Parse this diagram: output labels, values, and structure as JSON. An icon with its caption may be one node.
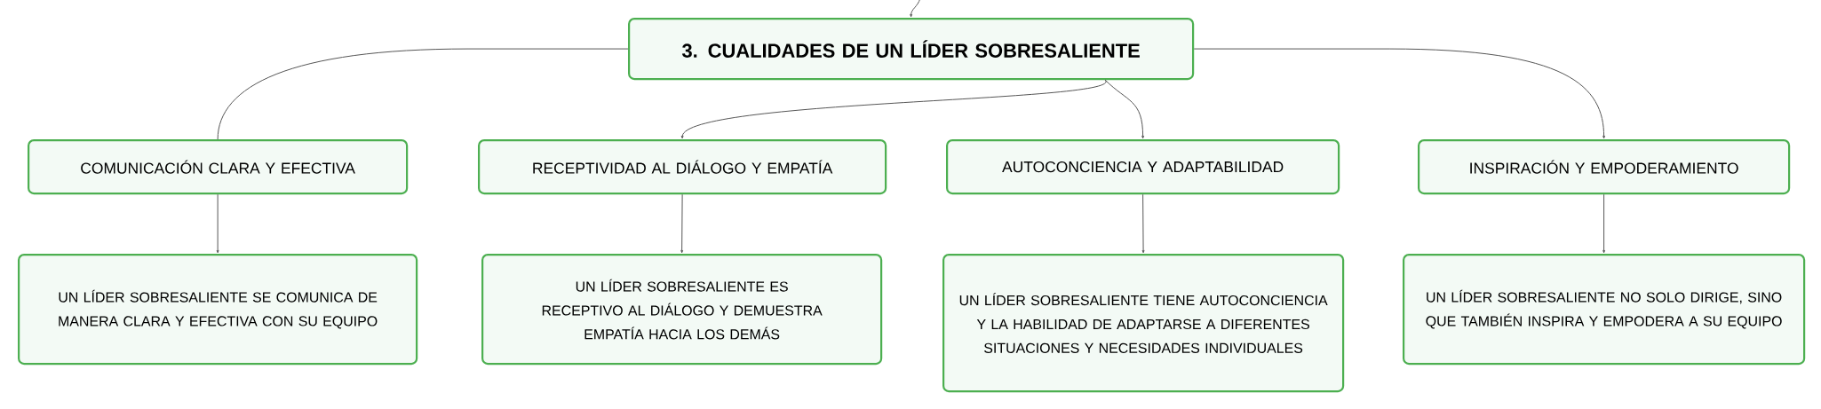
{
  "diagram": {
    "nodes": [
      {
        "text": [
          "3. CUALIDADES DE UN LÍDER SOBRESALIENTE"
        ]
      },
      {
        "text": [
          "COMUNICACIÓN CLARA Y EFECTIVA"
        ]
      },
      {
        "text": [
          "RECEPTIVIDAD AL DIÁLOGO Y EMPATÍA"
        ]
      },
      {
        "text": [
          "AUTOCONCIENCIA Y ADAPTABILIDAD"
        ]
      },
      {
        "text": [
          "INSPIRACIÓN Y EMPODERAMIENTO"
        ]
      },
      {
        "text": [
          "UN LÍDER SOBRESALIENTE SE COMUNICA DE MANERA CLARA Y EFECTIVA CON SU EQUIPO"
        ]
      },
      {
        "text": [
          "UN LÍDER SOBRESALIENTE ES RECEPTIVO AL DIÁLOGO Y DEMUESTRA EMPATÍA HACIA LOS DEMÁS"
        ]
      },
      {
        "text": [
          "UN LÍDER SOBRESALIENTE TIENE AUTOCONCIENCIA Y LA HABILIDAD DE ADAPTARSE A DIFERENTES SITUACIONES Y NECESIDADES INDIVIDUALES"
        ]
      },
      {
        "text": [
          "UN LÍDER SOBRESALIENTE NO SOLO DIRIGE, SINO QUE TAMBIÉN INSPIRA Y EMPODERA A SU EQUIPO"
        ]
      }
    ],
    "edges": [
      {
        "from": null,
        "to": 0,
        "arrow": "to"
      },
      {
        "from": 0,
        "to": 1,
        "arrow": "none"
      },
      {
        "from": 0,
        "to": 2,
        "arrow": "to"
      },
      {
        "from": 0,
        "to": 3,
        "arrow": "to"
      },
      {
        "from": 0,
        "to": 4,
        "arrow": "to"
      },
      {
        "from": 1,
        "to": 5,
        "arrow": "to"
      },
      {
        "from": 2,
        "to": 6,
        "arrow": "to"
      },
      {
        "from": 3,
        "to": 7,
        "arrow": "to"
      },
      {
        "from": 4,
        "to": 8,
        "arrow": "to"
      }
    ]
  }
}
